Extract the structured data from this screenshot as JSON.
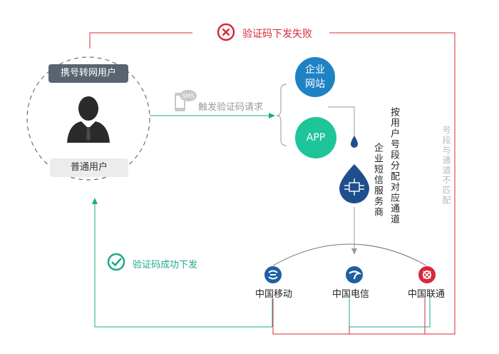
{
  "failure": {
    "label": "验证码下发失败",
    "color": "#d9283a"
  },
  "user": {
    "top_label": "携号转网用户",
    "bottom_label": "普通用户"
  },
  "request": {
    "label": "触发验证码请求",
    "sms_badge": "SMS"
  },
  "enterprise": {
    "website_line1": "企业",
    "website_line2": "网站",
    "app_label": "APP"
  },
  "vendor": {
    "label": "企业短信服务商"
  },
  "routing": {
    "label": "按用户号段分配对应通道"
  },
  "mismatch": {
    "label": "号段与通道不匹配"
  },
  "success": {
    "label": "验证码成功下发",
    "color": "#1ea98b"
  },
  "carriers": [
    {
      "name": "中国移动",
      "color": "#1f5fa3"
    },
    {
      "name": "中国电信",
      "color": "#1f5fa3"
    },
    {
      "name": "中国联通",
      "color": "#d9283a"
    }
  ],
  "colors": {
    "accent_blue": "#1f82c4",
    "accent_green": "#1ec49a",
    "vendor_navy": "#1f4e8c"
  },
  "icons": [
    "failure-x-icon",
    "sms-phone-icon",
    "user-avatar-icon",
    "vendor-drop-icon",
    "success-check-icon",
    "china-mobile-logo",
    "china-telecom-logo",
    "china-unicom-logo"
  ]
}
